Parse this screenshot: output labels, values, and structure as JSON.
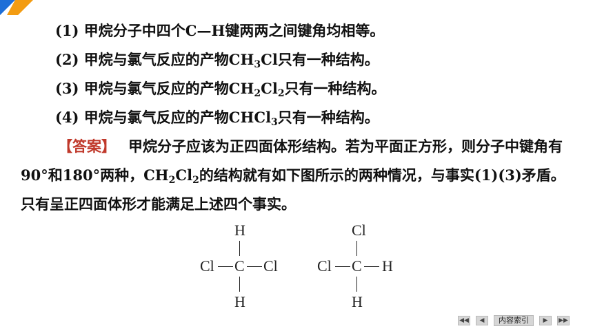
{
  "items": [
    {
      "num": "(1)",
      "text_a": "甲烷分子中四个",
      "formula": "C—H",
      "text_b": "键两两之间键角均相等。"
    },
    {
      "num": "(2)",
      "text_a": "甲烷与氯气反应的产物",
      "f1": "CH",
      "s1": "3",
      "f2": "Cl",
      "text_b": "只有一种结构。"
    },
    {
      "num": "(3)",
      "text_a": "甲烷与氯气反应的产物",
      "f1": "CH",
      "s1": "2",
      "f2": "Cl",
      "s2": "2",
      "text_b": "只有一种结构。"
    },
    {
      "num": "(4)",
      "text_a": "甲烷与氯气反应的产物",
      "f1": "CHCl",
      "s1": "3",
      "text_b": "只有一种结构。"
    }
  ],
  "answer": {
    "tag": "【答案】",
    "p1": "甲烷分子应该为正四面体形结构。若为平面正方形，则分子中键角有",
    "a1": "90°",
    "p2": "和",
    "a2": "180°",
    "p3": "两种，",
    "f1": "CH",
    "s1": "2",
    "f2": "Cl",
    "s2": "2",
    "p4": "的结构就有如下图所示的两种情况，与事实(1)(3)矛盾。只有呈正四面体形才能满足上述四个事实。"
  },
  "structures": [
    {
      "top": "H",
      "left": "Cl",
      "center": "C",
      "right": "Cl",
      "bottom": "H"
    },
    {
      "top": "Cl",
      "left": "Cl",
      "center": "C",
      "right": "H",
      "bottom": "H"
    }
  ],
  "nav": {
    "index_label": "内容索引",
    "first": "◀◀",
    "prev": "◀",
    "next": "▶",
    "last": "▶▶"
  },
  "colors": {
    "tag": "#c0392b",
    "corner_blue": "#1e6fd8",
    "corner_orange": "#f39c12"
  }
}
